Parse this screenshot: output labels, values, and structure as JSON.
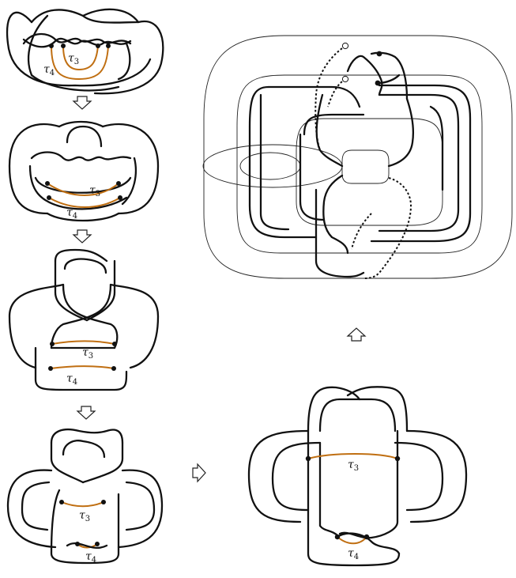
{
  "labels": {
    "tau3": "τ",
    "tau4": "τ",
    "sub3": "3",
    "sub4": "4"
  },
  "colors": {
    "strand": "#111111",
    "arc": "#c06f12",
    "background": "#ffffff"
  },
  "icons": {
    "down_arrow": "down-arrow-icon",
    "right_arrow": "right-arrow-icon",
    "up_arrow": "up-arrow-icon"
  }
}
